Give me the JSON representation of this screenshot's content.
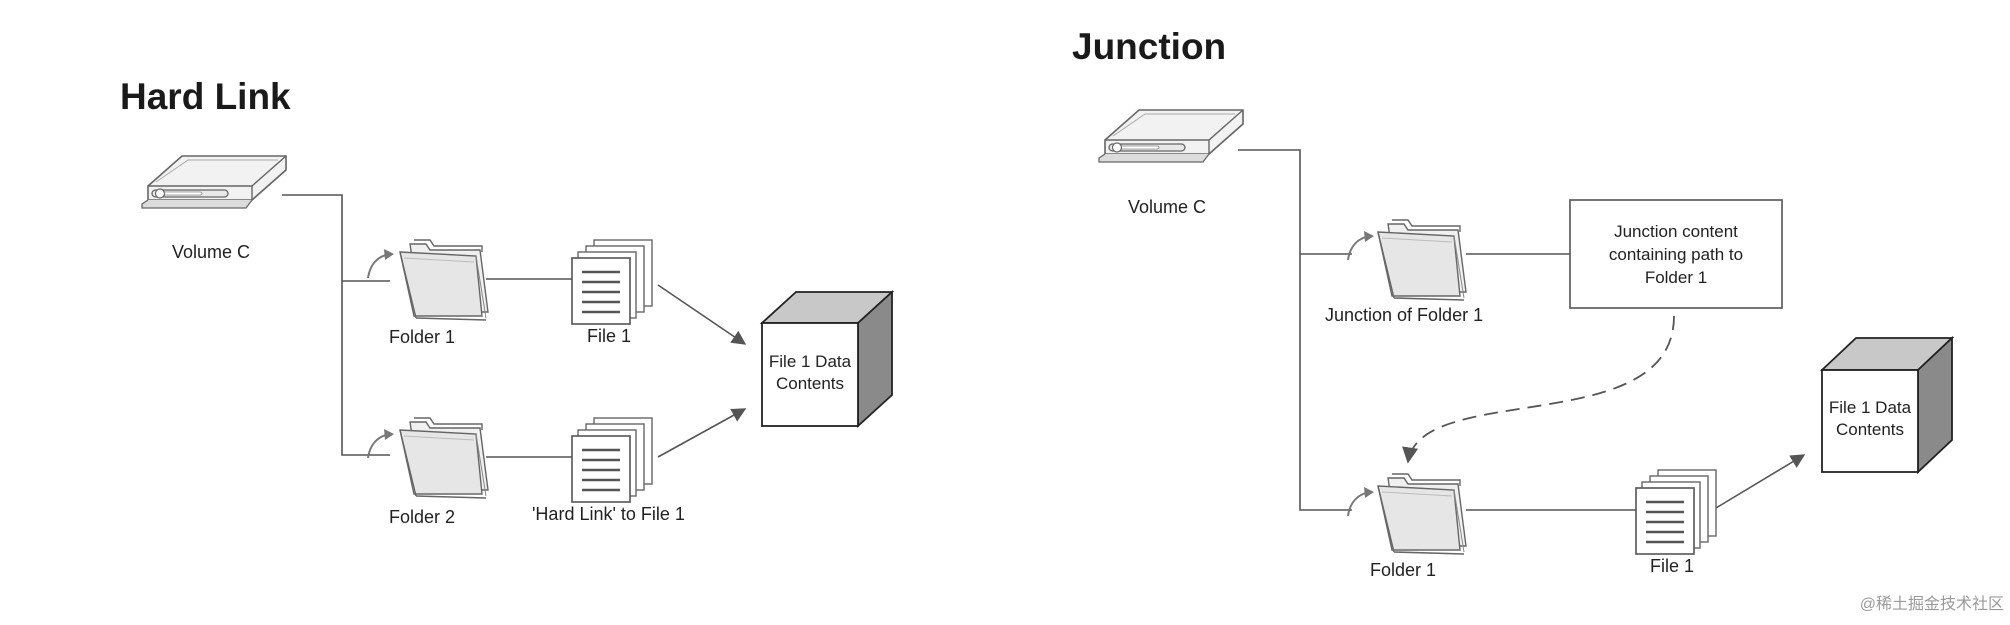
{
  "hard_link": {
    "title": "Hard Link",
    "volume_label": "Volume C",
    "folder1_label": "Folder 1",
    "folder2_label": "Folder 2",
    "file1_label": "File 1",
    "hardlink_label": "'Hard Link' to File 1",
    "data_box_line1": "File 1 Data",
    "data_box_line2": "Contents"
  },
  "junction": {
    "title": "Junction",
    "volume_label": "Volume C",
    "junction_folder_label": "Junction of Folder 1",
    "content_box_line1": "Junction content",
    "content_box_line2": "containing path to",
    "content_box_line3": "Folder 1",
    "folder1_label": "Folder 1",
    "file1_label": "File 1",
    "data_box_line1": "File 1 Data",
    "data_box_line2": "Contents"
  },
  "watermark": "@稀土掘金技术社区"
}
